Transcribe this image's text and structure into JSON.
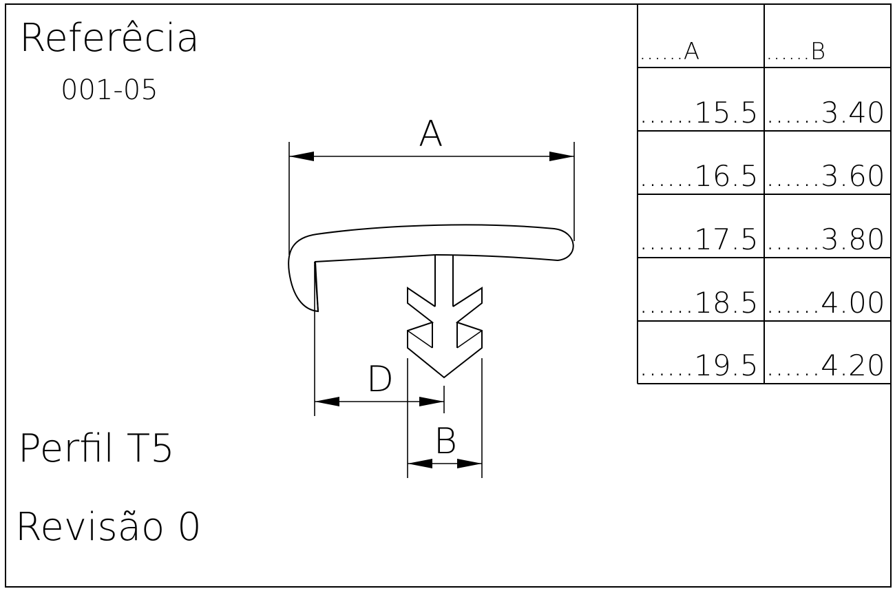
{
  "title": {
    "reference_label": "Referêcia",
    "reference_code": "001-05",
    "profile_label": "Perfil T5",
    "revision_label": "Revisão 0"
  },
  "dimensions": {
    "a_label": "A",
    "b_label": "B",
    "d_label": "D"
  },
  "table": {
    "headers": [
      "......A",
      "......B"
    ],
    "rows": [
      [
        "......15.5",
        "......3.40"
      ],
      [
        "......16.5",
        "......3.60"
      ],
      [
        "......17.5",
        "......3.80"
      ],
      [
        "......18.5",
        "......4.00"
      ],
      [
        "......19.5",
        "......4.20"
      ]
    ]
  }
}
